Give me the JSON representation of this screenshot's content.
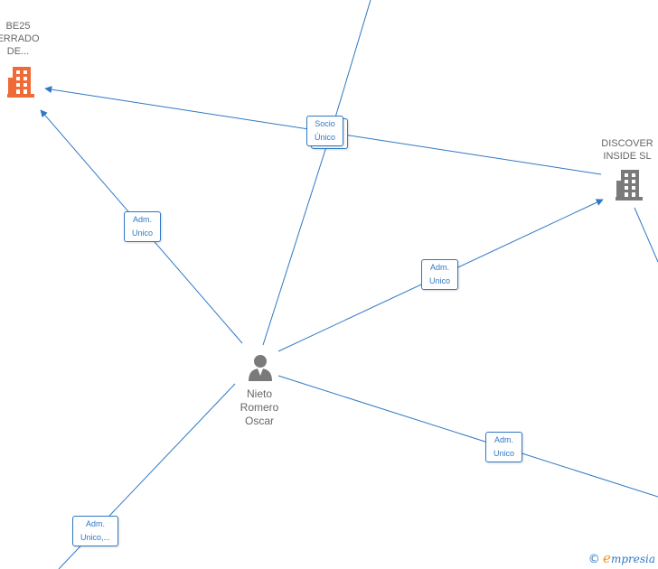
{
  "nodes": {
    "company_be25": {
      "label_lines": [
        "BE25",
        "ERRADO",
        "DE..."
      ],
      "color": "#f06a35"
    },
    "company_discover": {
      "label_lines": [
        "DISCOVER",
        "INSIDE  SL"
      ],
      "color": "#7a7a7a"
    },
    "person_nieto": {
      "label_lines": [
        "Nieto",
        "Romero",
        "Oscar"
      ],
      "color": "#7a7a7a"
    }
  },
  "edge_labels": {
    "socio_unico": "Socio\nÚnico",
    "adm_unico_be25": "Adm.\nUnico",
    "adm_unico_discover": "Adm.\nUnico",
    "adm_unico_right": "Adm.\nUnico",
    "adm_unico_bottom": "Adm.\nUnico,..."
  },
  "footer": {
    "copyright": "©",
    "brand_initial": "e",
    "brand_rest": "mpresia"
  },
  "colors": {
    "edge": "#2f78c4",
    "text": "#666666"
  }
}
